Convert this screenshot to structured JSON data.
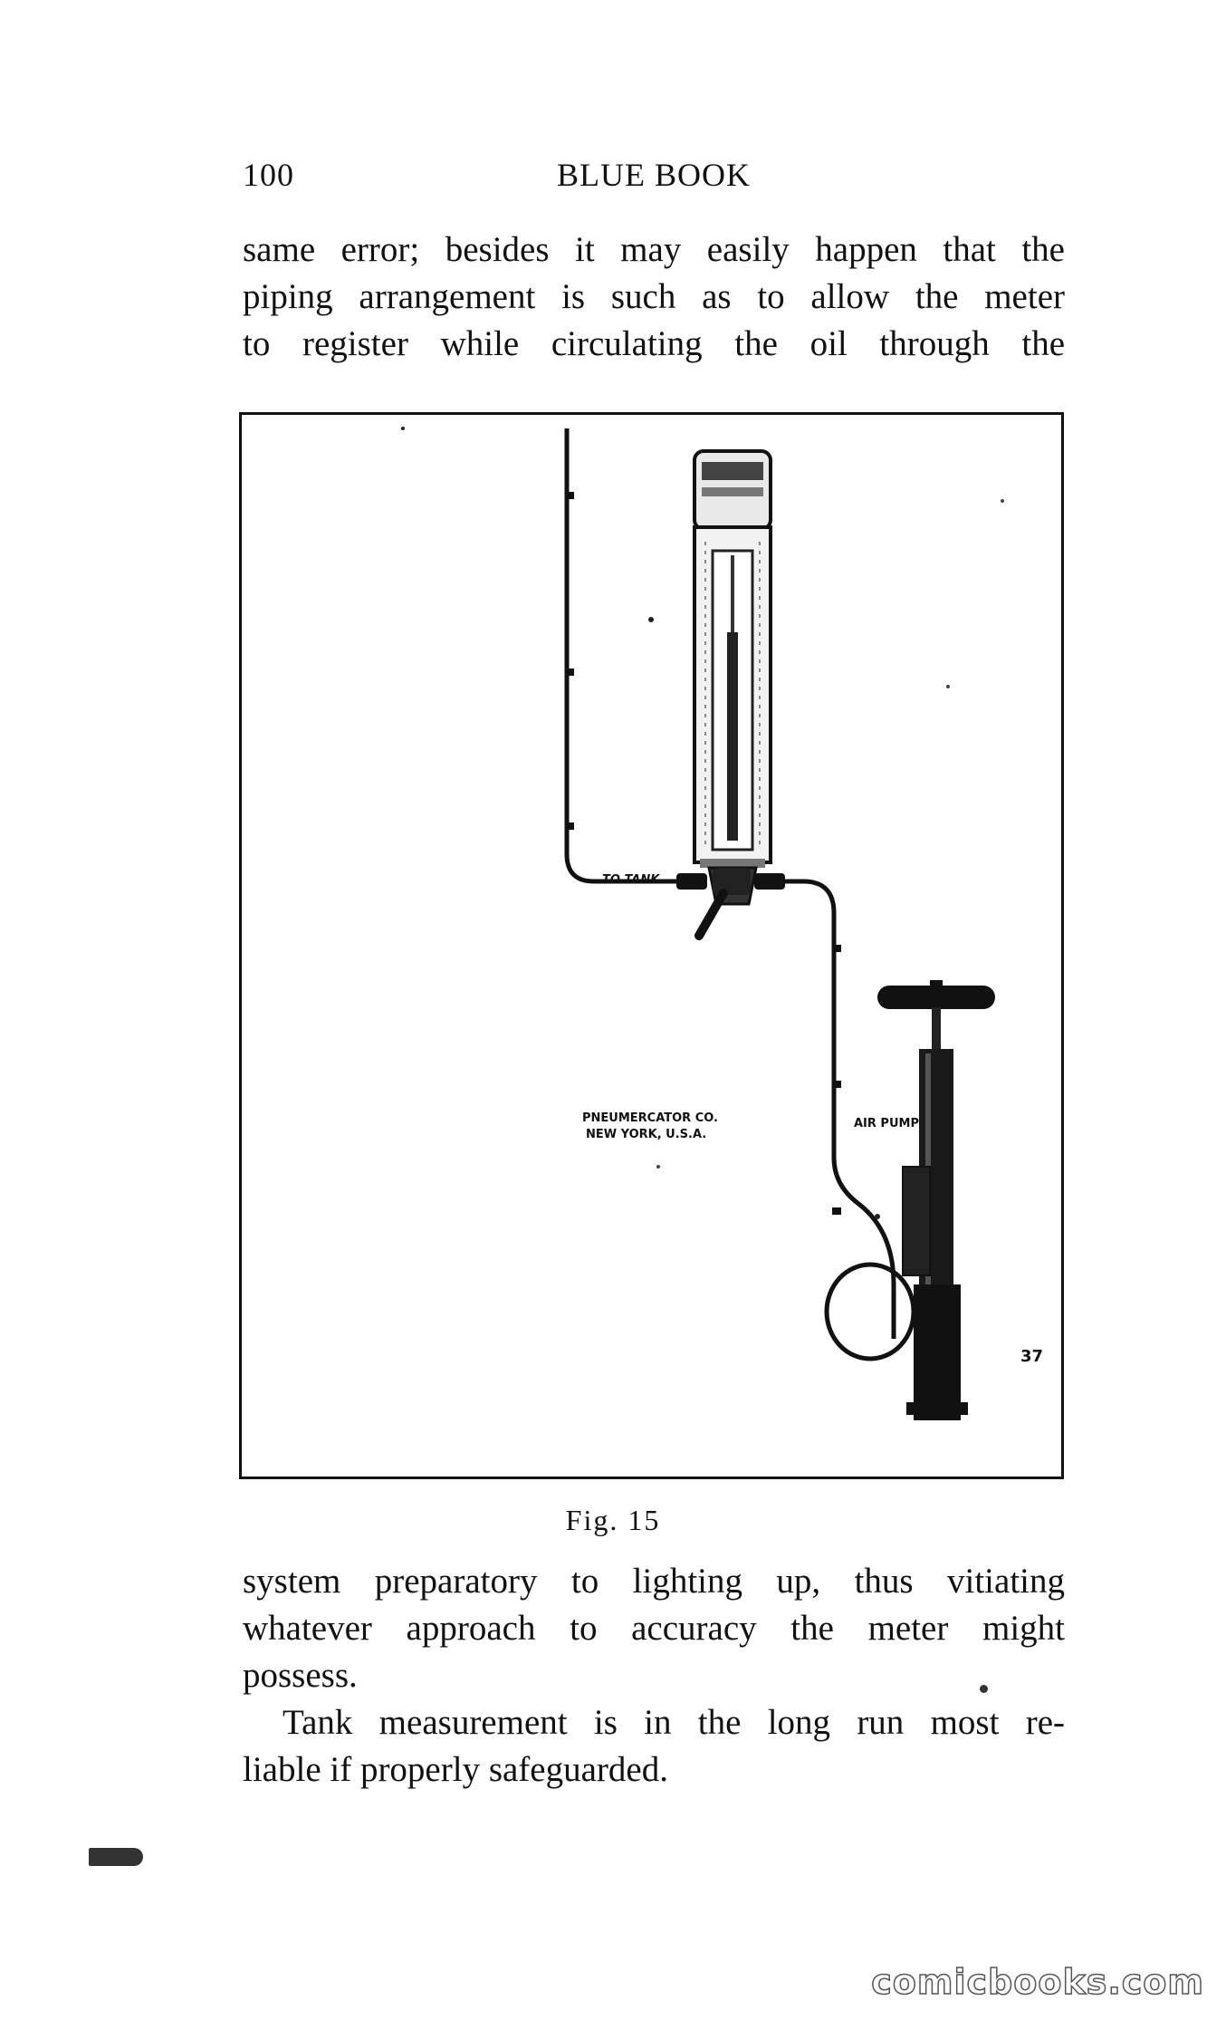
{
  "header": {
    "page_number": "100",
    "title": "BLUE BOOK"
  },
  "paragraph_top": [
    "same error; besides it may easily happen that the",
    "piping arrangement is such as to allow the meter",
    "to register while circulating the oil through the"
  ],
  "figure": {
    "label_to_tank": "TO TANK",
    "label_maker_line1": "PNEUMERCATOR CO.",
    "label_maker_line2": "NEW YORK, U.S.A.",
    "label_air_pump": "AIR PUMP",
    "label_number": "37",
    "caption": "Fig. 15"
  },
  "paragraph_bottom": [
    "system preparatory to lighting up, thus vitiating",
    "whatever approach to accuracy the meter might",
    "possess."
  ],
  "paragraph_last": [
    "Tank measurement is in the long run most re-",
    "liable if properly safeguarded."
  ],
  "watermark": "comicbooks.com"
}
